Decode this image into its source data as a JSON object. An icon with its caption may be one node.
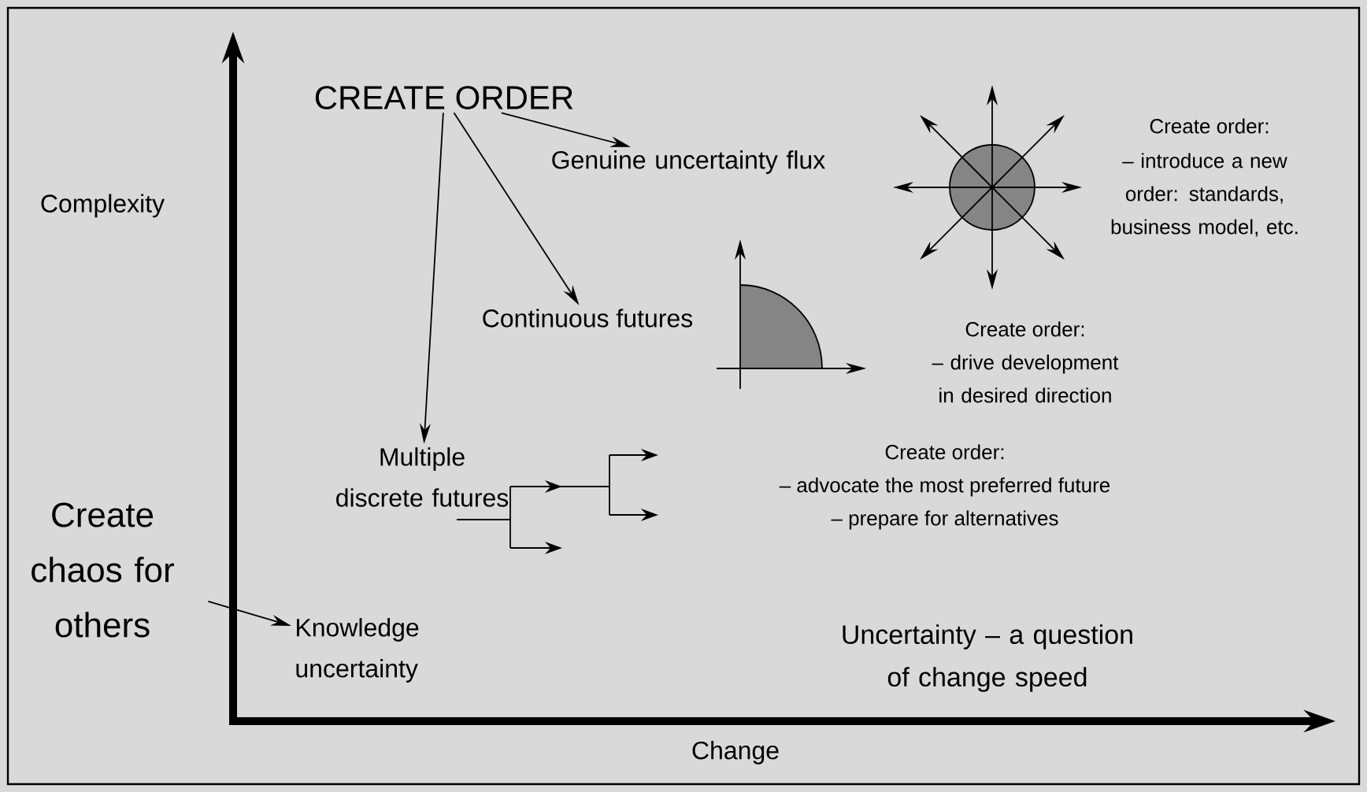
{
  "diagram": {
    "nodes": [
      {
        "text": [
          "CREATE ORDER"
        ]
      },
      {
        "text": [
          "Genuine uncertainty flux"
        ]
      },
      {
        "text": [
          "Continuous futures"
        ]
      },
      {
        "text": [
          "Multiple discrete futures"
        ]
      },
      {
        "text": [
          "Create chaos for others"
        ]
      },
      {
        "text": [
          "Knowledge uncertainty"
        ]
      }
    ],
    "edges": [
      {
        "from": 0,
        "to": 1,
        "arrow": "to"
      },
      {
        "from": 0,
        "to": 2,
        "arrow": "to"
      },
      {
        "from": 0,
        "to": 3,
        "arrow": "to"
      },
      {
        "from": 4,
        "to": 5,
        "arrow": "to"
      }
    ],
    "labels": [
      "Complexity",
      "Create order:",
      "– introduce a new order: standards, business model, etc.",
      "Create order:",
      "– drive development in desired direction",
      "Create order:",
      "– advocate the most preferred future",
      "– prepare for alternatives",
      "Uncertainty – a question of change speed",
      "Change"
    ]
  }
}
